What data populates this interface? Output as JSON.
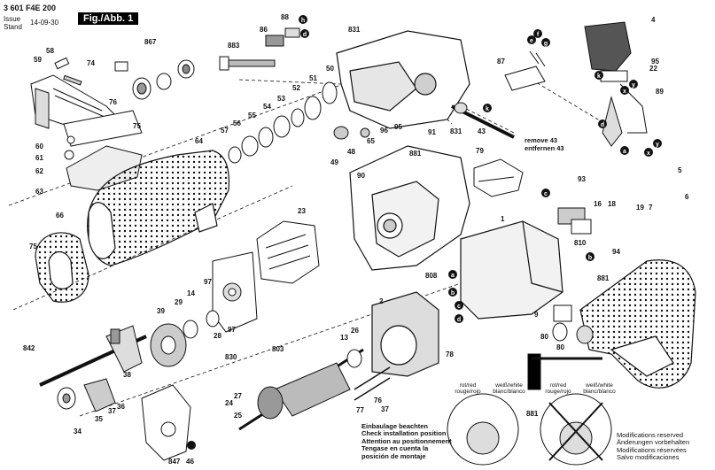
{
  "header": {
    "doc_number": "3 601 F4E 200",
    "issue_label": "Issue",
    "stand_label": "Stand",
    "date": "14-09-30",
    "figure": "Fig./Abb. 1"
  },
  "parts": [
    {
      "id": "p59",
      "n": "59"
    },
    {
      "id": "p58",
      "n": "58"
    },
    {
      "id": "p74",
      "n": "74"
    },
    {
      "id": "p867",
      "n": "867"
    },
    {
      "id": "p76",
      "n": "76"
    },
    {
      "id": "p75a",
      "n": "75"
    },
    {
      "id": "p60",
      "n": "60"
    },
    {
      "id": "p61",
      "n": "61"
    },
    {
      "id": "p62",
      "n": "62"
    },
    {
      "id": "p63",
      "n": "63"
    },
    {
      "id": "p64",
      "n": "64"
    },
    {
      "id": "p883",
      "n": "883"
    },
    {
      "id": "p86",
      "n": "86"
    },
    {
      "id": "p88",
      "n": "88"
    },
    {
      "id": "p831a",
      "n": "831"
    },
    {
      "id": "p50",
      "n": "50"
    },
    {
      "id": "p51",
      "n": "51"
    },
    {
      "id": "p52",
      "n": "52"
    },
    {
      "id": "p53",
      "n": "53"
    },
    {
      "id": "p54",
      "n": "54"
    },
    {
      "id": "p55",
      "n": "55"
    },
    {
      "id": "p56",
      "n": "56"
    },
    {
      "id": "p57",
      "n": "57"
    },
    {
      "id": "p49",
      "n": "49"
    },
    {
      "id": "p48",
      "n": "48"
    },
    {
      "id": "p65",
      "n": "65"
    },
    {
      "id": "p96",
      "n": "96"
    },
    {
      "id": "p95a",
      "n": "95"
    },
    {
      "id": "p831b",
      "n": "831"
    },
    {
      "id": "p43",
      "n": "43"
    },
    {
      "id": "p91",
      "n": "91"
    },
    {
      "id": "p87",
      "n": "87"
    },
    {
      "id": "p4",
      "n": "4"
    },
    {
      "id": "p95b",
      "n": "95"
    },
    {
      "id": "p22",
      "n": "22"
    },
    {
      "id": "p89",
      "n": "89"
    },
    {
      "id": "p881a",
      "n": "881"
    },
    {
      "id": "p79",
      "n": "79"
    },
    {
      "id": "p90",
      "n": "90"
    },
    {
      "id": "p66",
      "n": "66"
    },
    {
      "id": "p75b",
      "n": "75"
    },
    {
      "id": "p23",
      "n": "23"
    },
    {
      "id": "p1",
      "n": "1"
    },
    {
      "id": "p93",
      "n": "93"
    },
    {
      "id": "p16",
      "n": "16"
    },
    {
      "id": "p18",
      "n": "18"
    },
    {
      "id": "p810",
      "n": "810"
    },
    {
      "id": "p94",
      "n": "94"
    },
    {
      "id": "p5",
      "n": "5"
    },
    {
      "id": "p19",
      "n": "19"
    },
    {
      "id": "p7",
      "n": "7"
    },
    {
      "id": "p6",
      "n": "6"
    },
    {
      "id": "p97",
      "n": "97"
    },
    {
      "id": "p14",
      "n": "14"
    },
    {
      "id": "p29",
      "n": "29"
    },
    {
      "id": "p39",
      "n": "39"
    },
    {
      "id": "p28",
      "n": "28"
    },
    {
      "id": "p97b",
      "n": "97"
    },
    {
      "id": "p830",
      "n": "830"
    },
    {
      "id": "p842",
      "n": "842"
    },
    {
      "id": "p808",
      "n": "808"
    },
    {
      "id": "p2",
      "n": "2"
    },
    {
      "id": "p881b",
      "n": "881"
    },
    {
      "id": "p9",
      "n": "9"
    },
    {
      "id": "p80a",
      "n": "80"
    },
    {
      "id": "p80b",
      "n": "80"
    },
    {
      "id": "p13",
      "n": "13"
    },
    {
      "id": "p26",
      "n": "26"
    },
    {
      "id": "p78",
      "n": "78"
    },
    {
      "id": "p803",
      "n": "803"
    },
    {
      "id": "p38",
      "n": "38"
    },
    {
      "id": "p37a",
      "n": "37"
    },
    {
      "id": "p36",
      "n": "36"
    },
    {
      "id": "p35",
      "n": "35"
    },
    {
      "id": "p34",
      "n": "34"
    },
    {
      "id": "p24",
      "n": "24"
    },
    {
      "id": "p27",
      "n": "27"
    },
    {
      "id": "p25",
      "n": "25"
    },
    {
      "id": "p77",
      "n": "77"
    },
    {
      "id": "p37b",
      "n": "37"
    },
    {
      "id": "p76b",
      "n": "76"
    },
    {
      "id": "p847",
      "n": "847"
    },
    {
      "id": "p46",
      "n": "46"
    },
    {
      "id": "p881c",
      "n": "881"
    }
  ],
  "remove_note": [
    "remove 43",
    "entfernen 43"
  ],
  "install_note": [
    "Einbaulage beachten",
    "Check installation position",
    "Attention au positionnement",
    "Tengase en cuenta la",
    "posición de montaje"
  ],
  "wire_label_left": {
    "a": [
      "rot/red",
      "rouge/rojo"
    ],
    "b": [
      "weiß/white",
      "blanc/blanco"
    ]
  },
  "wire_label_right": {
    "a": [
      "rot/red",
      "rouge/rojo"
    ],
    "b": [
      "weiß/white",
      "blanc/blanco"
    ]
  },
  "modifications": [
    "Modifications reserved",
    "Änderungen vorbehalten",
    "Modifications réservées",
    "Salvo modificaciones"
  ],
  "markers": {
    "a": "a",
    "b": "b",
    "c": "c",
    "d": "d",
    "e": "e",
    "f": "f",
    "g": "g",
    "h": "h",
    "k": "k",
    "x": "x",
    "y": "y"
  },
  "colors": {
    "ink": "#111111",
    "fill": "#ffffff",
    "shade": "#cfcfcf",
    "dark": "#555555"
  }
}
